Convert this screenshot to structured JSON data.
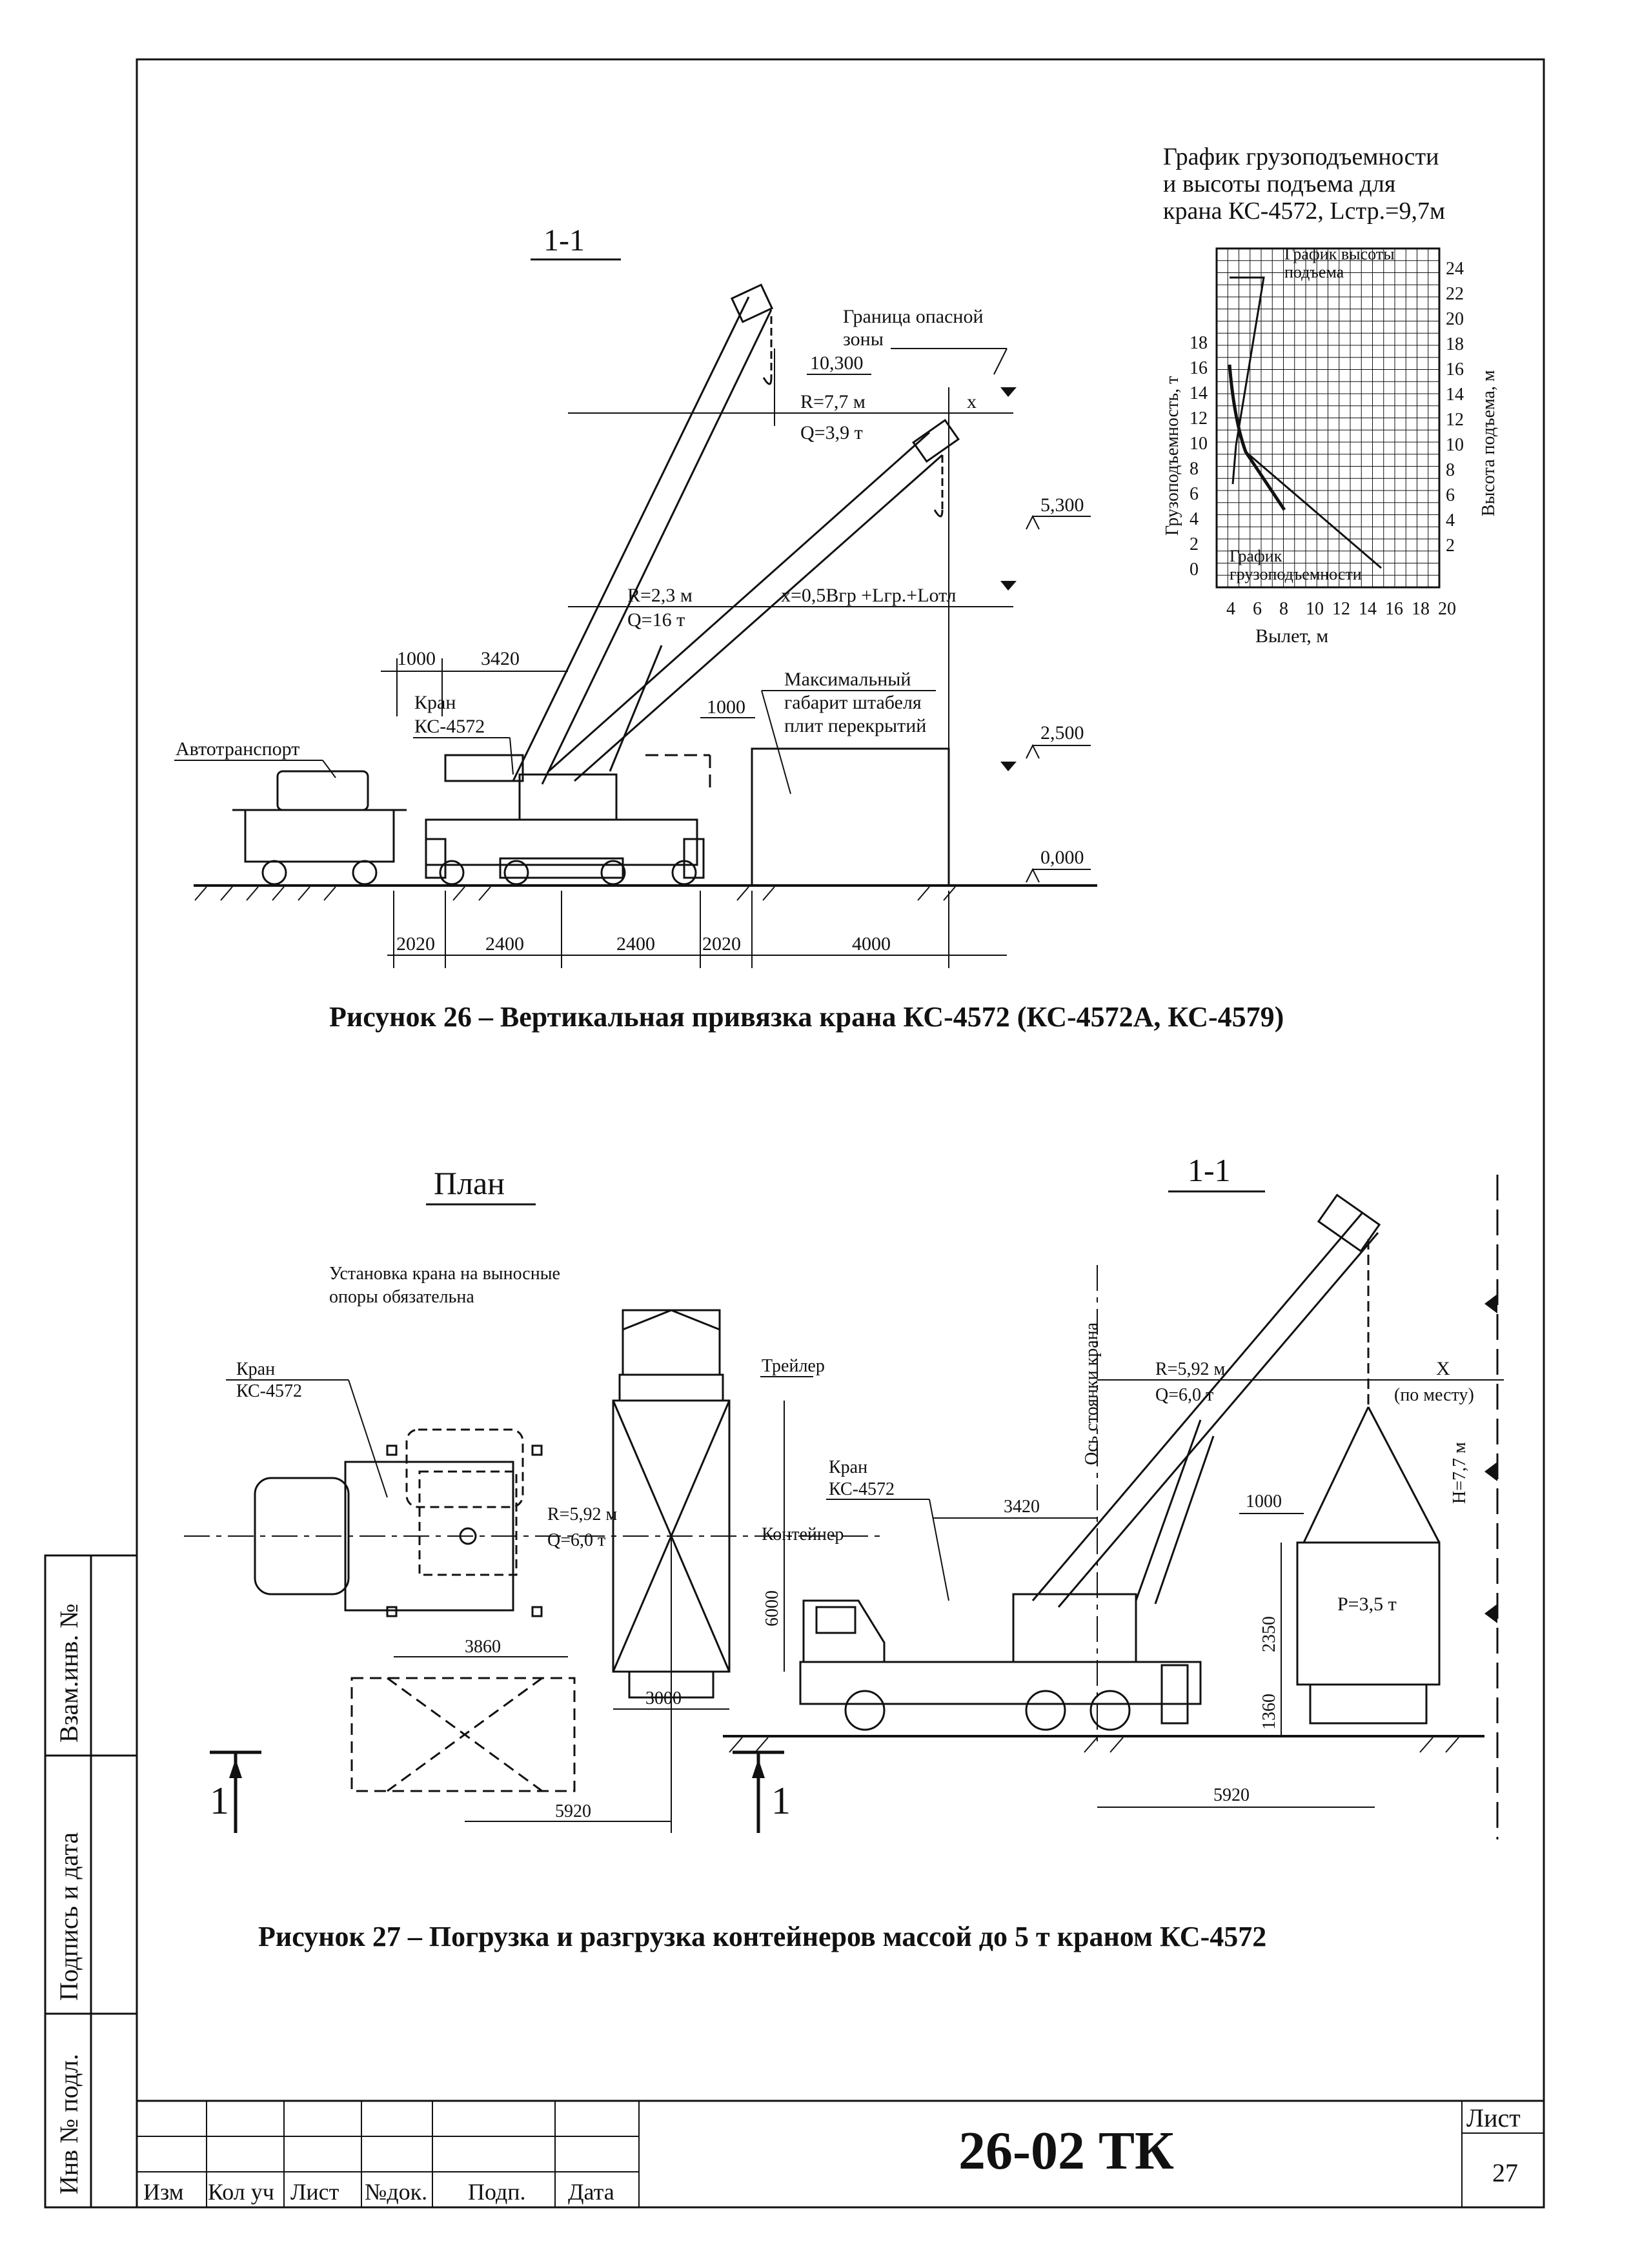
{
  "fig26": {
    "section_label": "1-1",
    "graph": {
      "title_lines": [
        "График грузоподъемности",
        "и высоты подъема для",
        "крана КС-4572, Lстр.=9,7м"
      ],
      "height_curve_label": [
        "График высоты",
        "подъема"
      ],
      "capacity_curve_label": [
        "График",
        "грузоподъемности"
      ],
      "y_left_label": "Грузоподъемность, т",
      "y_right_label": "Высота подъема, м",
      "x_label": "Вылет, м",
      "y_left_ticks": [
        "18",
        "16",
        "14",
        "12",
        "10",
        "8",
        "6",
        "4",
        "2",
        "0"
      ],
      "y_right_ticks": [
        "24",
        "22",
        "20",
        "18",
        "16",
        "14",
        "12",
        "10",
        "8",
        "6",
        "4",
        "2"
      ],
      "x_ticks": [
        "4",
        "6",
        "8",
        "10",
        "12",
        "14",
        "16",
        "18",
        "20"
      ]
    },
    "labels": {
      "danger_zone": [
        "Граница опасной",
        "зоны"
      ],
      "level_top": "10,300",
      "r_far": "R=7,7 м",
      "q_far": "Q=3,9 т",
      "x_mark": "x",
      "level_mid": "5,300",
      "r_near": "R=2,3 м",
      "q_near": "Q=16 т",
      "x_formula": "x=0,5Bгр +Lгр.+Lотл",
      "dim_1000_a": "1000",
      "dim_3420": "3420",
      "crane": [
        "Кран",
        "КС-4572"
      ],
      "stack": [
        "Максимальный",
        "габарит штабеля",
        "плит перекрытий"
      ],
      "dim_1000_b": "1000",
      "level_low": "2,500",
      "truck": "Автотранспорт",
      "level_zero": "0,000",
      "bottom_dims": [
        "2020",
        "2400",
        "2400",
        "2020",
        "4000"
      ]
    },
    "caption": "Рисунок 26 – Вертикальная привязка крана КС-4572 (КС-4572А, КС-4579)"
  },
  "fig27": {
    "plan_title": "План",
    "section_title": "1-1",
    "plan": {
      "note": [
        "Установка крана на выносные",
        "опоры обязательна"
      ],
      "crane": [
        "Кран",
        "КС-4572"
      ],
      "trailer": "Трейлер",
      "container": "Контейнер",
      "r": "R=5,92 м",
      "q": "Q=6,0 т",
      "dim_6000": "6000",
      "dim_3860": "3860",
      "dim_3000": "3000",
      "dim_5920": "5920",
      "cut_left": "1",
      "cut_right": "1"
    },
    "section": {
      "axis_label": "Ось стоянки крана",
      "r": "R=5,92 м",
      "q": "Q=6,0 т",
      "x_mark": "X",
      "x_note": "(по месту)",
      "h_label": "H=7,7 м",
      "crane": [
        "Кран",
        "КС-4572"
      ],
      "dim_3420": "3420",
      "dim_1000": "1000",
      "dim_2350": "2350",
      "dim_1360": "1360",
      "load": "P=3,5 т",
      "dim_5920": "5920"
    },
    "caption": "Рисунок 27 – Погрузка и разгрузка контейнеров массой до 5 т краном КС-4572"
  },
  "side_stamp": [
    "Взам.инв. №",
    "Подпись и дата",
    "Инв № подл."
  ],
  "title_block": {
    "columns": [
      "Изм",
      "Кол уч",
      "Лист",
      "№док.",
      "Подп.",
      "Дата"
    ],
    "doc_code": "26-02 ТК",
    "sheet_label": "Лист",
    "sheet_number": "27"
  }
}
